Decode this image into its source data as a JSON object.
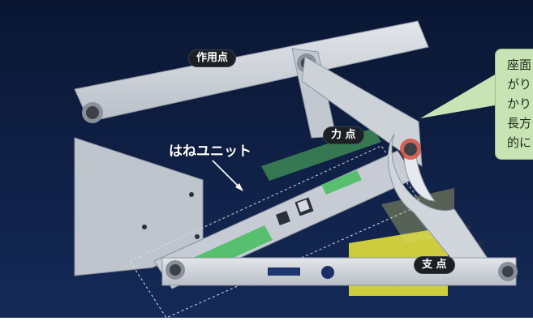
{
  "labels": {
    "action_point": "作用点",
    "force_point": "力 点",
    "fulcrum": "支 点",
    "spring_unit": "はねユニット"
  },
  "note": {
    "lines": [
      "座面",
      "がり",
      "かり",
      "長方",
      "的に"
    ]
  },
  "colors": {
    "background": "#0e1c3c",
    "frame": "#c9ced6",
    "note_fill": "#c8e3b4",
    "spring_green": "#56c06e",
    "badge": "#1c1f24",
    "highlight_yellow": "#e2df3a",
    "pivot_red": "#d2503c"
  }
}
